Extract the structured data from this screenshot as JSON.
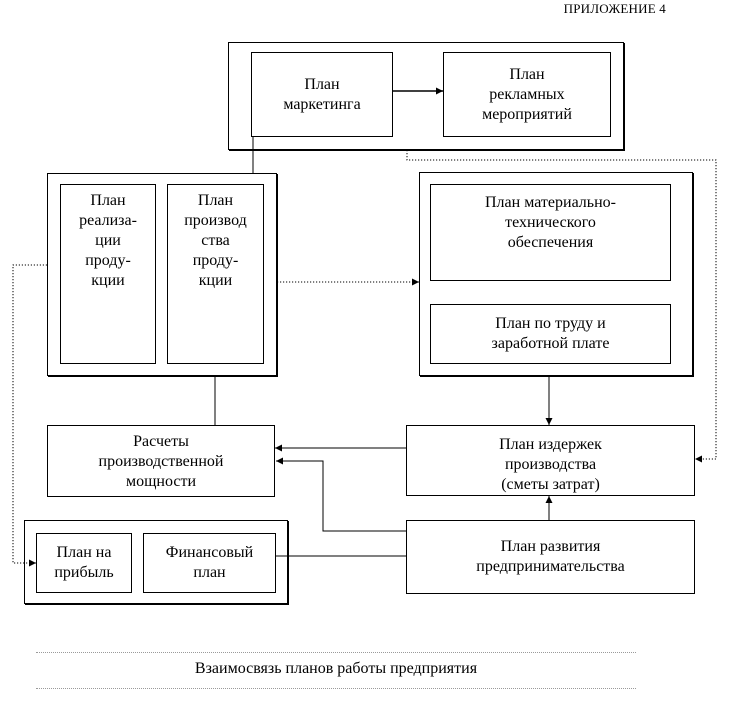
{
  "header": {
    "appendix_label": "ПРИЛОЖЕНИЕ 4"
  },
  "caption": "Взаимосвязь планов работы предприятия",
  "blocks": {
    "marketing": "План\nмаркетинга",
    "advertising": "План\nрекламных\nмероприятий",
    "sales": "План\nреализа-\nции\nпроду-\nкции",
    "production": "План\nпроизвод\nства\nпроду-\nкции",
    "material": "План материально-\nтехнического\nобеспечения",
    "labor": "План по труду и\nзаработной плате",
    "capacity": "Расчеты\nпроизводственной\nмощности",
    "costs": "План издержек\nпроизводства\n(сметы затрат)",
    "profit": "План на\nприбыль",
    "financial": "Финансовый\nплан",
    "entrepreneurship": "План развития\nпредпринимательства"
  }
}
